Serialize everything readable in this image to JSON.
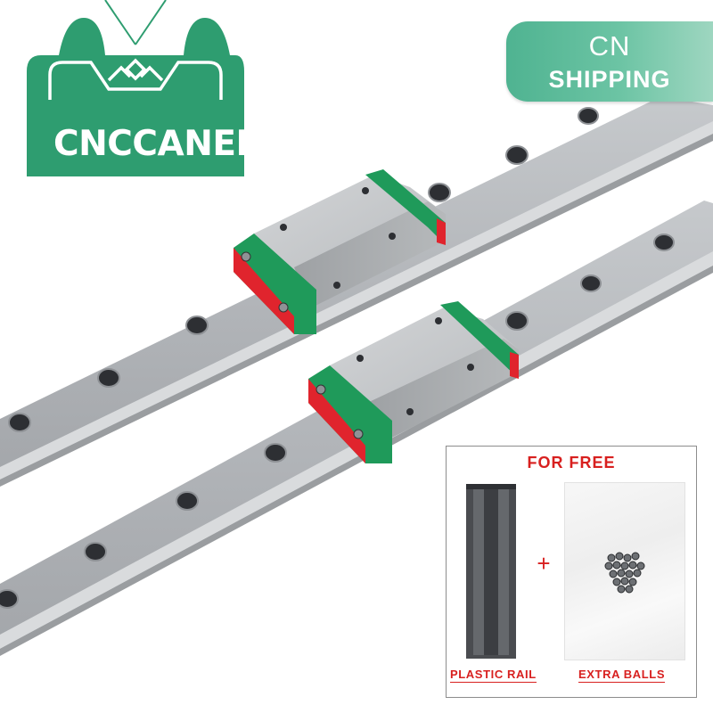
{
  "brand": {
    "name": "CNCCANEN",
    "color": "#2e9d70"
  },
  "badge": {
    "line1": "CN",
    "line2": "SHIPPING",
    "color": "#5fbb98"
  },
  "gifts": {
    "title": "FOR FREE",
    "plus": "+",
    "items": [
      {
        "label": "PLASTIC RAIL",
        "icon": "plastic-rail"
      },
      {
        "label": "EXTRA BALLS",
        "icon": "steel-balls-bag"
      }
    ],
    "accent": "#d8201f"
  },
  "product": {
    "rails": 2,
    "carriages": 2,
    "rail_color": "#b9bcbf",
    "end_cap_color": "#1f9a5a",
    "seal_color": "#e0242d"
  }
}
